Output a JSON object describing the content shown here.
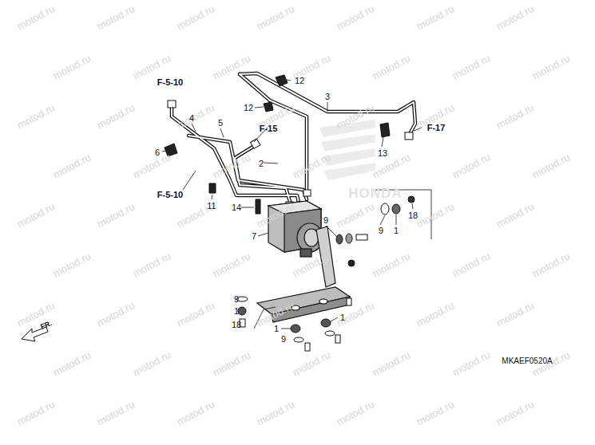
{
  "diagram": {
    "labels": [
      "F-5-10",
      "4",
      "5",
      "6",
      "F-5-10",
      "11",
      "2",
      "F-15",
      "12",
      "12",
      "3",
      "F-17",
      "13",
      "14",
      "7",
      "9",
      "9",
      "1",
      "18",
      "9",
      "1",
      "18",
      "1",
      "1",
      "9",
      "FR.",
      "MKAEF0520A",
      "HONDA",
      "motod.ru",
      "motod.ru",
      "motod.ru",
      "motod.ru",
      "motod.ru",
      "motod.ru",
      "motod.ru",
      "motod.ru",
      "motod.ru",
      "motod.ru",
      "motod.ru",
      "motod.ru",
      "motod.ru",
      "motod.ru",
      "motod.ru",
      "motod.ru",
      "motod.ru",
      "motod.ru",
      "motod.ru",
      "motod.ru",
      "motod.ru",
      "motod.ru",
      "motod.ru",
      "motod.ru",
      "motod.ru",
      "motod.ru",
      "motod.ru",
      "motod.ru",
      "motod.ru",
      "motod.ru",
      "motod.ru",
      "motod.ru",
      "motod.ru",
      "motod.ru",
      "motod.ru",
      "motod.ru",
      "motod.ru",
      "motod.ru",
      "motod.ru",
      "motod.ru",
      "motod.ru",
      "motod.ru",
      "motod.ru",
      "motod.ru",
      "motod.ru",
      "motod.ru",
      "motod.ru",
      "motod.ru",
      "motod.ru",
      "motod.ru",
      "motod.ru",
      "motod.ru",
      "motod.ru",
      "motod.ru",
      "motod.ru",
      "motod.ru",
      "motod.ru",
      "motod.ru",
      "motod.ru",
      "motod.ru",
      "motod.ru",
      "motod.ru",
      "motod.ru"
    ]
  }
}
